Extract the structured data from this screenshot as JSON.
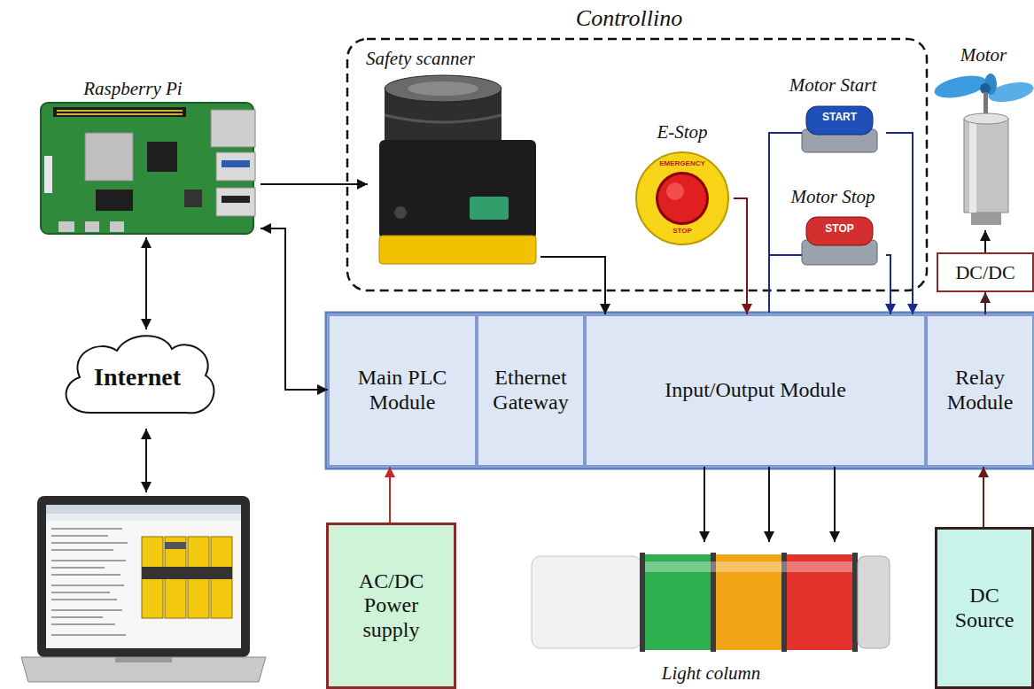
{
  "diagram": {
    "title": "Controllino",
    "nodes": [
      {
        "text": [
          "Raspberry Pi"
        ]
      },
      {
        "text": [
          "Safety scanner"
        ]
      },
      {
        "text": [
          "E-Stop",
          "EMERGENCY",
          "STOP"
        ]
      },
      {
        "text": [
          "Motor Start",
          "START"
        ]
      },
      {
        "text": [
          "Motor Stop",
          "STOP"
        ]
      },
      {
        "text": [
          "Motor"
        ]
      },
      {
        "text": [
          "Internet"
        ]
      },
      {
        "text": [
          "Main PLC Module"
        ]
      },
      {
        "text": [
          "Ethernet Gateway"
        ]
      },
      {
        "text": [
          "Input/Output Module"
        ]
      },
      {
        "text": [
          "Relay Module"
        ]
      },
      {
        "text": [
          "DC/DC"
        ]
      },
      {
        "text": [
          "AC/DC Power supply"
        ]
      },
      {
        "text": [
          "Light column"
        ]
      },
      {
        "text": [
          "DC Source"
        ]
      }
    ],
    "edges": [
      {
        "from": 0,
        "to": 6,
        "arrow": "both"
      },
      {
        "from": 0,
        "to": 1,
        "arrow": "to"
      },
      {
        "from": 7,
        "to": 0,
        "arrow": "both"
      },
      {
        "from": 1,
        "to": 9,
        "arrow": "to"
      },
      {
        "from": 2,
        "to": 9,
        "arrow": "to"
      },
      {
        "from": 3,
        "to": 9,
        "arrow": "to"
      },
      {
        "from": 4,
        "to": 9,
        "arrow": "to"
      },
      {
        "from": 10,
        "to": 11,
        "arrow": "to"
      },
      {
        "from": 11,
        "to": 5,
        "arrow": "to"
      },
      {
        "from": 12,
        "to": 7,
        "arrow": "to"
      },
      {
        "from": 9,
        "to": 13,
        "arrow": "to"
      },
      {
        "from": 9,
        "to": 13,
        "arrow": "to"
      },
      {
        "from": 9,
        "to": 13,
        "arrow": "to"
      },
      {
        "from": 14,
        "to": 10,
        "arrow": "to"
      }
    ]
  }
}
